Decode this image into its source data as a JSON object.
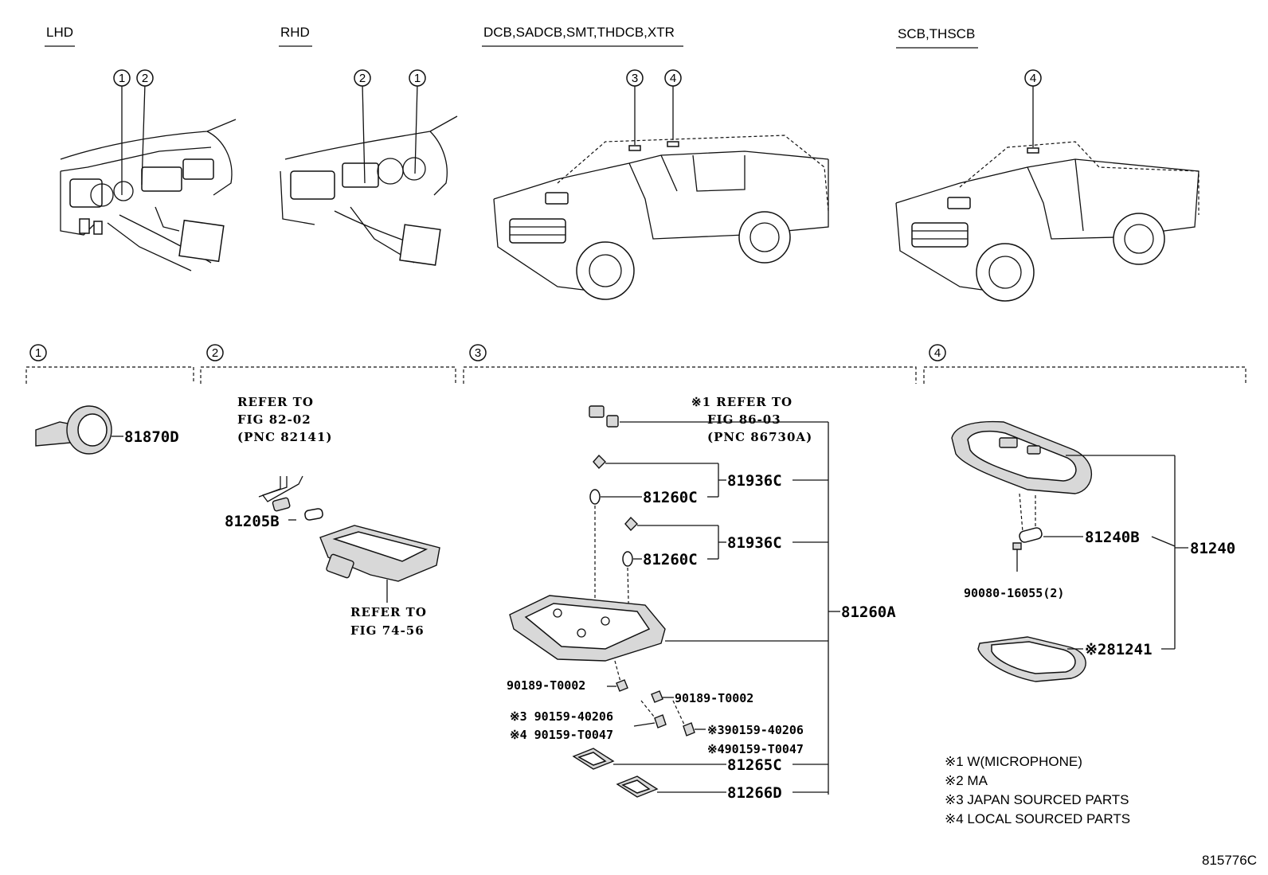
{
  "headers": {
    "lhd": "LHD",
    "rhd": "RHD",
    "dcb": "DCB,SADCB,SMT,THDCB,XTR",
    "scb": "SCB,THSCB"
  },
  "callouts": [
    "1",
    "2",
    "3",
    "4"
  ],
  "section_1": {
    "parts": {
      "p81870d": "81870D"
    }
  },
  "section_2": {
    "refer1": [
      "REFER TO",
      "FIG 82-02",
      "(PNC 82141)"
    ],
    "refer2": [
      "REFER TO",
      "FIG 74-56"
    ],
    "parts": {
      "p81205b": "81205B"
    }
  },
  "section_3": {
    "refer": [
      "※1 REFER TO",
      "FIG 86-03",
      "(PNC 86730A)"
    ],
    "parts": {
      "p81936c_a": "81936C",
      "p81260c_a": "81260C",
      "p81936c_b": "81936C",
      "p81260c_b": "81260C",
      "p81260a": "81260A",
      "p90189_a": "90189-T0002",
      "p90189_b": "90189-T0002",
      "p90159_40206_a": "※3 90159-40206",
      "p90159_t0047_a": "※4 90159-T0047",
      "p90159_40206_b": "※390159-40206",
      "p90159_t0047_b": "※490159-T0047",
      "p81265c": "81265C",
      "p81266d": "81266D"
    }
  },
  "section_4": {
    "parts": {
      "p81240b": "81240B",
      "p81240": "81240",
      "p90080": "90080-16055(2)",
      "p81241": "※281241"
    }
  },
  "notes": [
    "※1 W(MICROPHONE)",
    "※2 MA",
    "※3 JAPAN SOURCED PARTS",
    "※4 LOCAL SOURCED PARTS"
  ],
  "figure_id": "815776C"
}
